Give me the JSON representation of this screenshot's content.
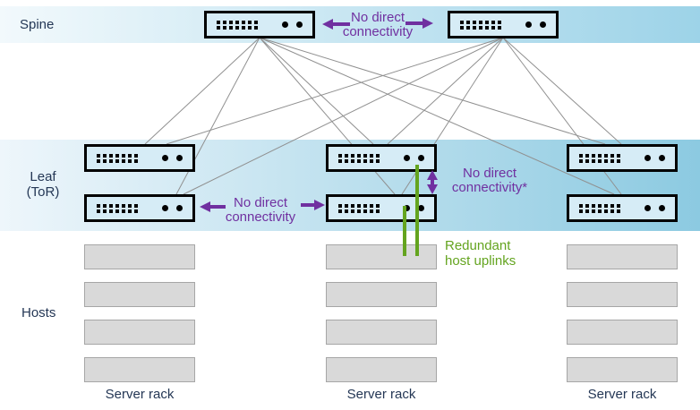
{
  "colors": {
    "purple": "#7030A0",
    "green": "#64A41F",
    "connection_gray": "#909090",
    "spine_band_left": "#F2F9FC",
    "spine_band_right": "#9DD3E8",
    "leaf_band_left": "#EEF6FB",
    "leaf_band_right": "#8CCAE1",
    "switch_fill": "#D6ECF6",
    "switch_border": "#000000",
    "host_fill": "#D9D9D9",
    "host_border": "#A6A6A6",
    "label_color": "#243755"
  },
  "labels": {
    "spine": "Spine",
    "leaf_line1": "Leaf",
    "leaf_line2": "(ToR)",
    "hosts": "Hosts",
    "server_rack": "Server rack"
  },
  "annotations": {
    "spine_no_connect": {
      "line1": "No direct",
      "line2": "connectivity"
    },
    "leaf_no_connect": {
      "line1": "No direct",
      "line2": "connectivity"
    },
    "leaf_no_connect_star": {
      "line1": "No direct",
      "line2": "connectivity*"
    },
    "redundant_uplinks": {
      "line1": "Redundant",
      "line2": "host uplinks"
    }
  },
  "structure": {
    "spine_switch_count": 2,
    "leaf_columns": 3,
    "leaf_rows_per_column": 2,
    "rack_columns": 3,
    "hosts_per_rack": 4,
    "port_rows": 2,
    "port_cols": 7,
    "indicator_dots_per_switch": 2
  }
}
